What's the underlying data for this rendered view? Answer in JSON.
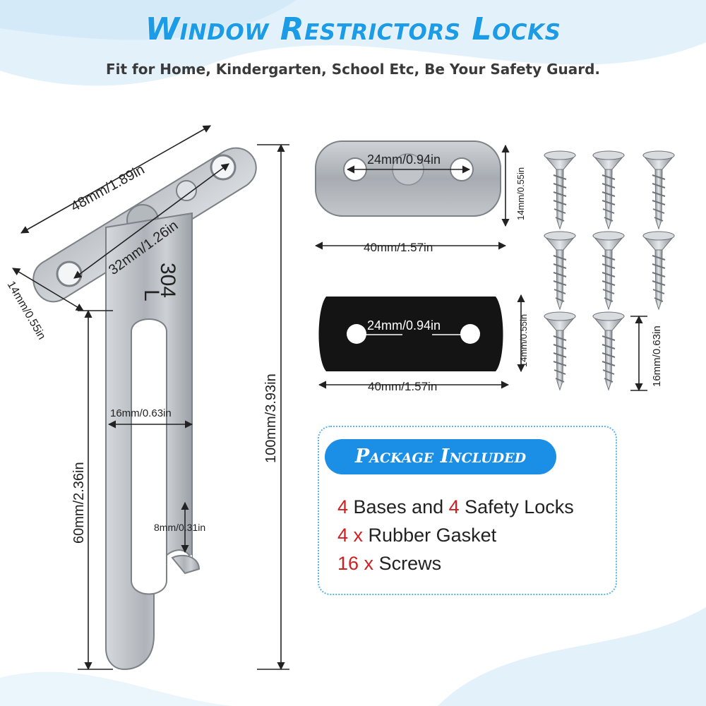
{
  "header": {
    "title": "Window Restrictors Locks",
    "subtitle": "Fit for Home, Kindergarten, School Etc, Be Your Safety Guard."
  },
  "lock_dimensions": {
    "length_48": "48mm/1.89in",
    "hole_32": "32mm/1.26in",
    "width_14": "14mm/0.55in",
    "height_100": "100mm/3.93in",
    "slot_60": "60mm/2.36in",
    "slot_16": "16mm/0.63in",
    "gap_8": "8mm/0.31in",
    "stamp_l": "L",
    "stamp_304": "304"
  },
  "base_plate": {
    "hole": "24mm/0.94in",
    "height": "14mm/0.55in",
    "length": "40mm/1.57in"
  },
  "rubber_gasket": {
    "hole": "24mm/0.94in",
    "height": "14mm/0.55in",
    "length": "40mm/1.57in"
  },
  "screw": {
    "length": "16mm/0.63in"
  },
  "package": {
    "header": "Package Included",
    "items": [
      {
        "n1": "4",
        "t1": " Bases and ",
        "n2": "4",
        "t2": " Safety Locks"
      },
      {
        "n1": "4",
        "x": " x ",
        "t1": "Rubber Gasket"
      },
      {
        "n1": "16",
        "x": " x ",
        "t1": "Screws"
      }
    ]
  },
  "colors": {
    "title_blue": "#1c9be6",
    "badge_blue": "#1b8fe6",
    "number_red": "#d11f1f",
    "steel": "#bfc4c9",
    "gasket_black": "#141414"
  }
}
